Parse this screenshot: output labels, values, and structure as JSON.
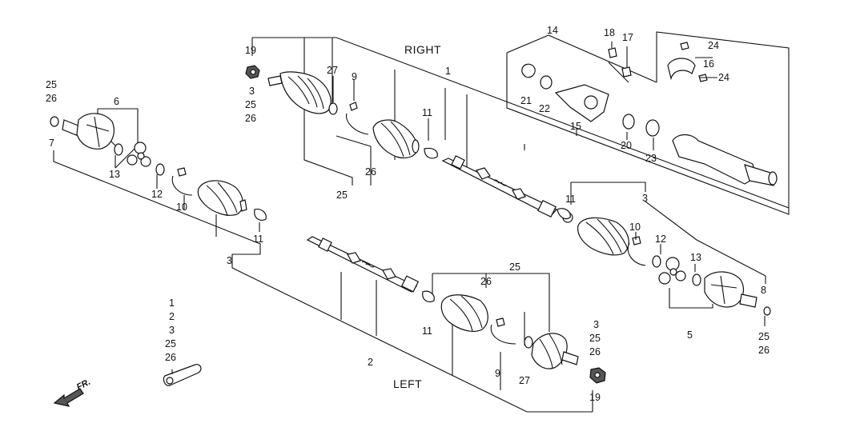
{
  "labels": {
    "right": "RIGHT",
    "left": "LEFT",
    "front": "FR.",
    "n1": "1",
    "n2": "2",
    "n3": "3",
    "n5": "5",
    "n6": "6",
    "n7": "7",
    "n8": "8",
    "n9": "9",
    "n10": "10",
    "n11": "11",
    "n12": "12",
    "n13": "13",
    "n14": "14",
    "n15": "15",
    "n16": "16",
    "n17": "17",
    "n18": "18",
    "n19": "19",
    "n20": "20",
    "n21": "21",
    "n22": "22",
    "n23": "23",
    "n24": "24",
    "n25": "25",
    "n26": "26",
    "n27": "27"
  },
  "kit_list": [
    "1",
    "2",
    "3",
    "25",
    "26"
  ],
  "colors": {
    "ink": "#111111",
    "paper": "#ffffff"
  }
}
